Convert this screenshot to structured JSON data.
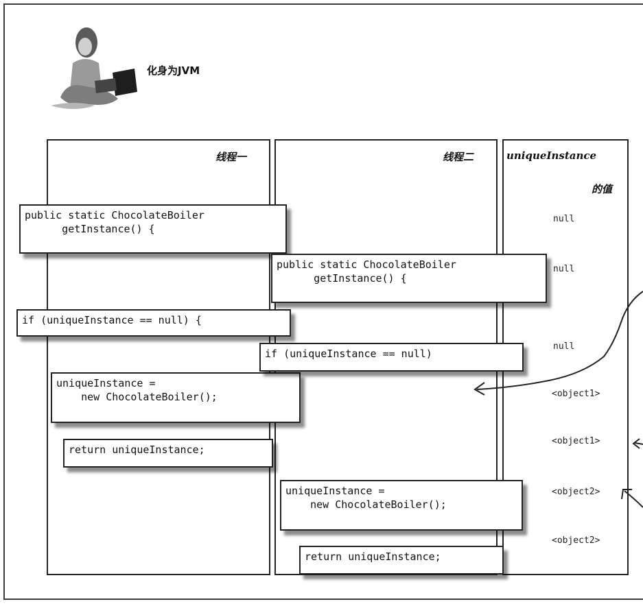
{
  "header": {
    "title": "化身为JVM"
  },
  "columns": {
    "thread1": {
      "label": "线程一"
    },
    "thread2": {
      "label": "线程二"
    },
    "value": {
      "label_line1": "uniqueInstance",
      "label_line2": "的值"
    }
  },
  "thread1_blocks": [
    {
      "lines": [
        "public static ChocolateBoiler",
        "      getInstance() {"
      ]
    },
    {
      "lines": [
        "if (uniqueInstance == null) {"
      ]
    },
    {
      "lines": [
        "uniqueInstance =",
        "    new ChocolateBoiler();"
      ]
    },
    {
      "lines": [
        "return uniqueInstance;"
      ]
    }
  ],
  "thread2_blocks": [
    {
      "lines": [
        "public static ChocolateBoiler",
        "      getInstance() {"
      ]
    },
    {
      "lines": [
        "if (uniqueInstance == null)"
      ]
    },
    {
      "lines": [
        "uniqueInstance =",
        "    new ChocolateBoiler();"
      ]
    },
    {
      "lines": [
        "return uniqueInstance;"
      ]
    }
  ],
  "values": [
    "null",
    "null",
    "null",
    "<object1>",
    "<object1>",
    "<object2>",
    "<object2>"
  ]
}
